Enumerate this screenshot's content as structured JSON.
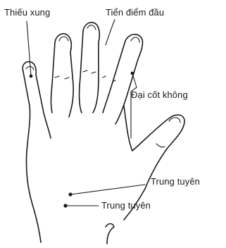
{
  "labels": {
    "thieu_xung": "Thiếu xung",
    "tien_diem_dau": "Tiển điểm đầu",
    "dai_cot_khong": "Đại cốt không",
    "trung_tuyen_right": "Trung tuyên",
    "trung_tuyen_lower": "Trung tuyên"
  },
  "colors": {
    "ink": "#1a1a1a",
    "background": "#ffffff"
  }
}
